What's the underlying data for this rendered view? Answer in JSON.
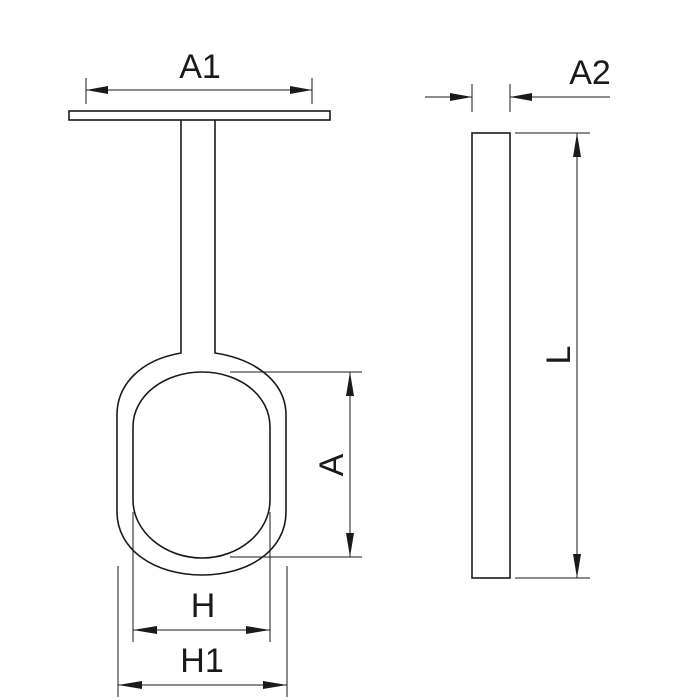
{
  "labels": {
    "a1": "A1",
    "a2": "A2",
    "l": "L",
    "a": "A",
    "h": "H",
    "h1": "H1"
  }
}
